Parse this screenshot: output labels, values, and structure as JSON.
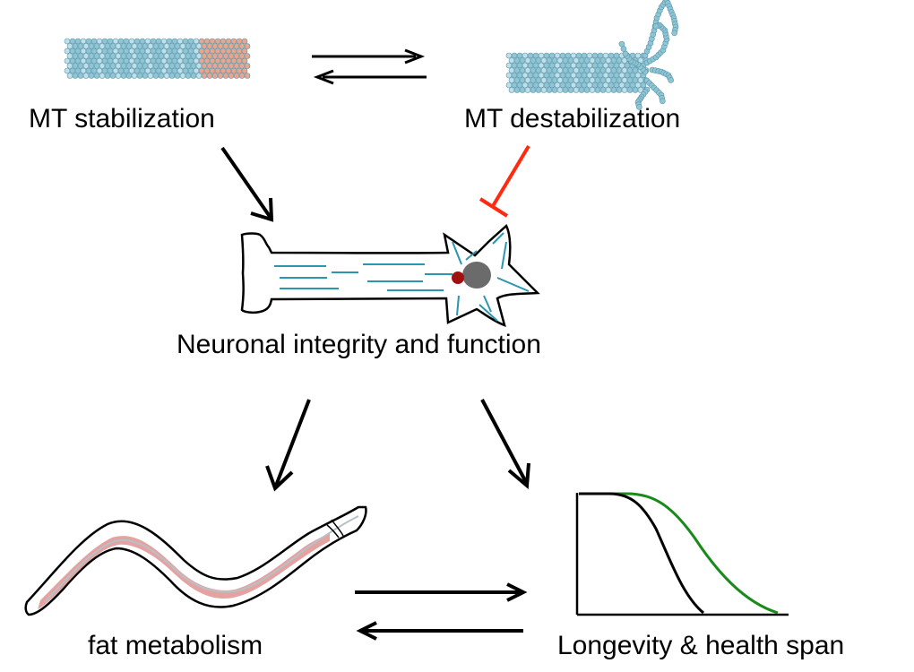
{
  "labels": {
    "mt_stabilization": "MT stabilization",
    "mt_destabilization": "MT destabilization",
    "neuronal": "Neuronal integrity and function",
    "fat_metabolism": "fat metabolism",
    "longevity": "Longevity & health span"
  },
  "colors": {
    "microtubule_bead": "#8fc6d6",
    "microtubule_cap": "#e9a68f",
    "inhibition": "#ff2a10",
    "arrow": "#000000",
    "worm_fat": "#e4a2a0",
    "survival_mutant": "#1a8a1a",
    "survival_control": "#000000",
    "nucleus": "#6b6b6b",
    "nucleolus": "#a31010",
    "neuron_mt": "#2a96b0"
  },
  "icons": [
    "stable-microtubule-icon",
    "depolymerizing-microtubule-icon",
    "neuron-icon",
    "worm-icon",
    "survival-curve-icon"
  ]
}
